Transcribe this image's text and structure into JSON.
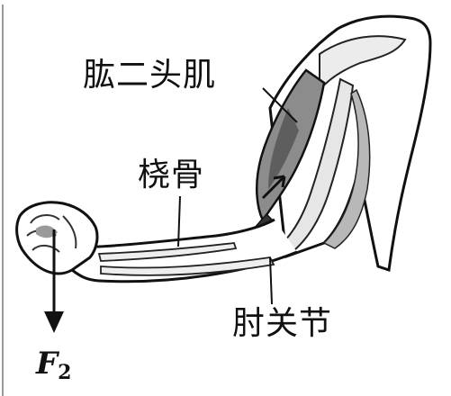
{
  "labels": {
    "biceps": "肱二头肌",
    "radius": "桡骨",
    "elbow": "肘关节"
  },
  "force": {
    "symbol": "F",
    "subscript": "2"
  },
  "colors": {
    "ink": "#111111",
    "muscle": "#9a9a9a",
    "muscle_dark": "#4a4a4a",
    "bone": "#eeeeee"
  }
}
